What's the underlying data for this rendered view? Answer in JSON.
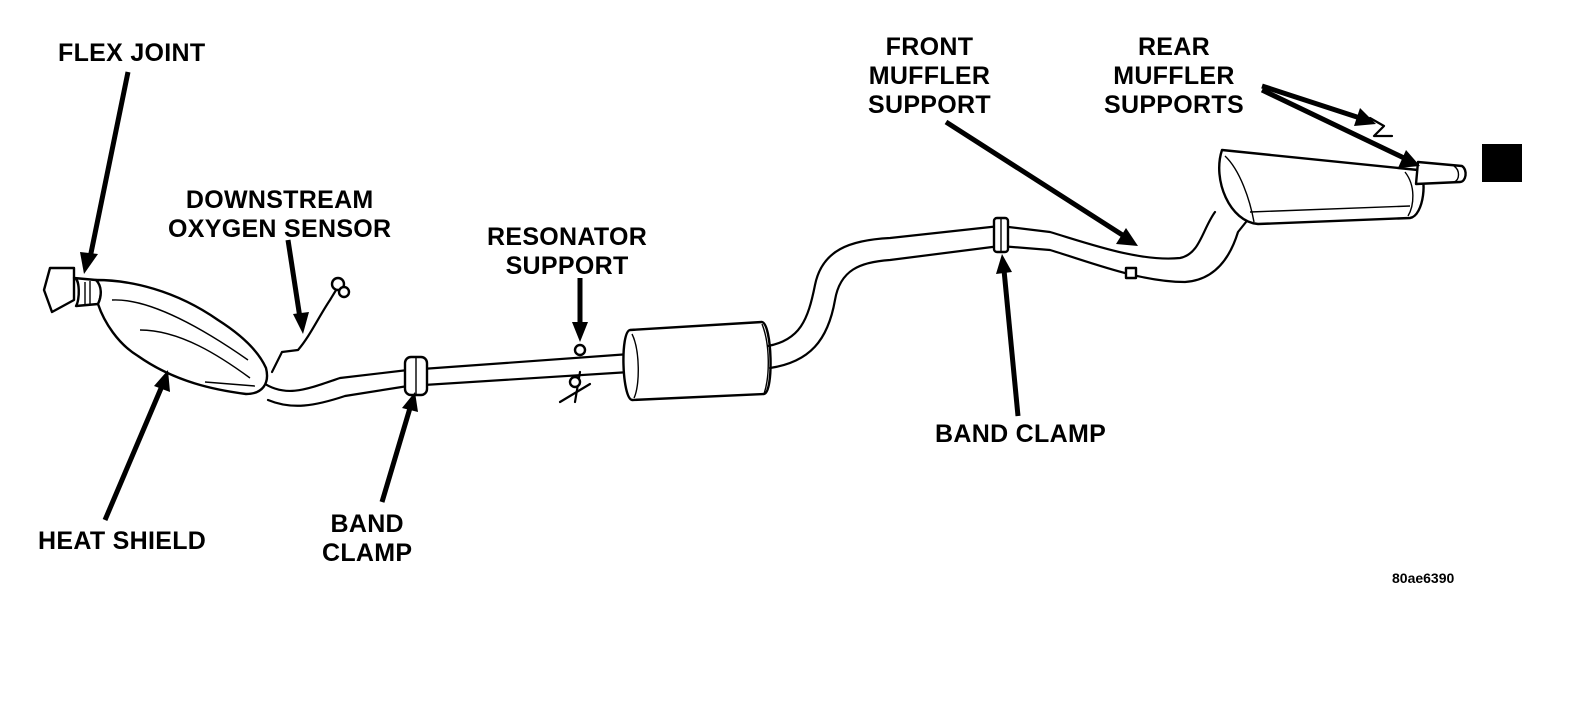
{
  "labels": {
    "flex_joint": "FLEX JOINT",
    "downstream_o2_line1": "DOWNSTREAM",
    "downstream_o2_line2": "OXYGEN SENSOR",
    "resonator_support_line1": "RESONATOR",
    "resonator_support_line2": "SUPPORT",
    "front_muffler_support_line1": "FRONT",
    "front_muffler_support_line2": "MUFFLER",
    "front_muffler_support_line3": "SUPPORT",
    "rear_muffler_supports_line1": "REAR",
    "rear_muffler_supports_line2": "MUFFLER",
    "rear_muffler_supports_line3": "SUPPORTS",
    "heat_shield": "HEAT SHIELD",
    "band_clamp_front_line1": "BAND",
    "band_clamp_front_line2": "CLAMP",
    "band_clamp_rear": "BAND CLAMP"
  },
  "figure_code": "80ae6390",
  "colors": {
    "ink": "#000000",
    "paper": "#ffffff"
  }
}
